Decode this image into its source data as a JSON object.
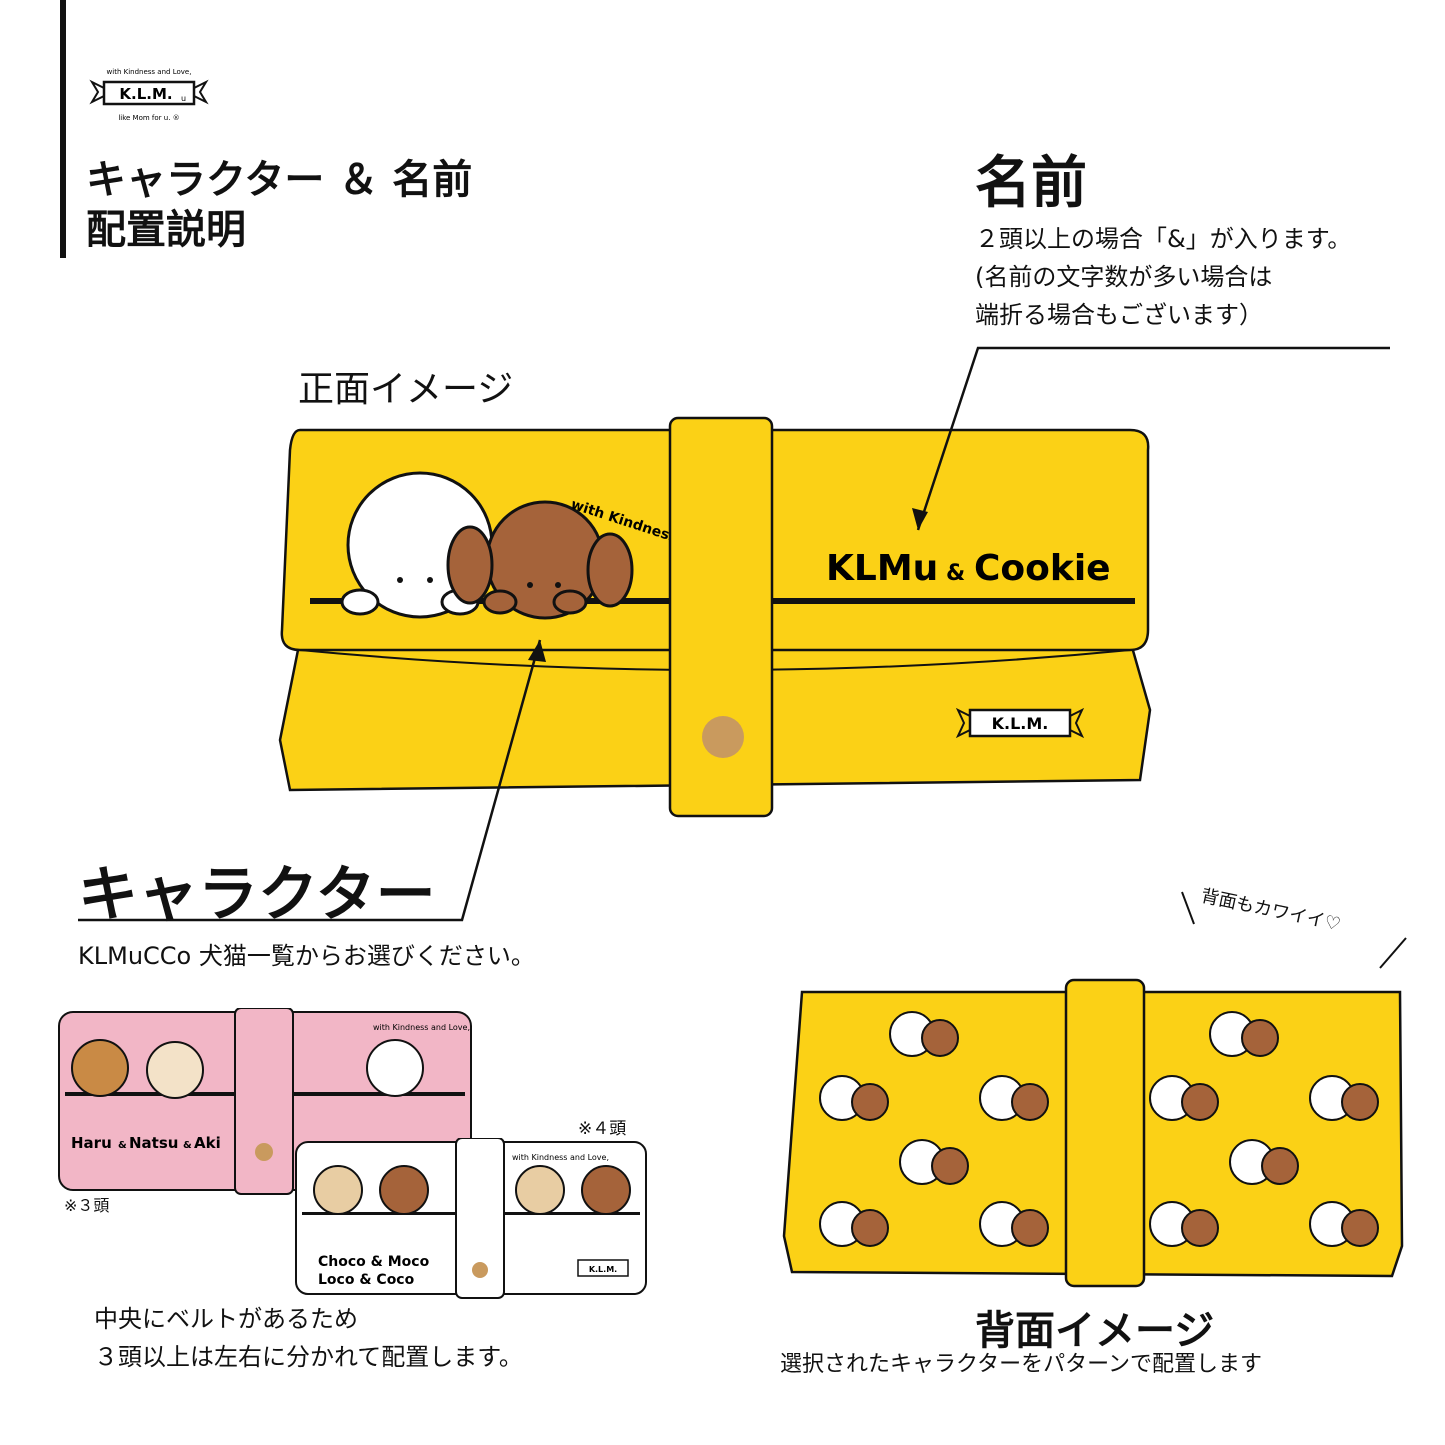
{
  "brand": {
    "logo_main": "K.L.M.",
    "logo_sub": "u",
    "logo_top": "with Kindness and Love,",
    "logo_bottom": "like Mom for u. ®"
  },
  "header": {
    "title_line1": "キャラクター ＆ 名前",
    "title_line2": "配置説明"
  },
  "name_section": {
    "heading": "名前",
    "line1": "２頭以上の場合「&」が入ります。",
    "line2": "(名前の文字数が多い場合は",
    "line3": "端折る場合もございます）"
  },
  "front": {
    "label": "正面イメージ",
    "tagline": "with Kindness and Love,",
    "name_left": "KLMu",
    "name_amp": "&",
    "name_right": "Cookie"
  },
  "character_section": {
    "heading": "キャラクター",
    "desc": "KLMuCCo 犬猫一覧からお選びください。"
  },
  "examples": {
    "pink_name1": "Haru",
    "pink_name2": "Natsu",
    "pink_name3": "Aki",
    "pink_amp": "&",
    "note3": "※３頭",
    "white_line1": "Choco & Moco",
    "white_line2": "Loco & Coco",
    "note4": "※４頭",
    "tagline": "with Kindness and Love,",
    "belt_note_1": "中央にベルトがあるため",
    "belt_note_2": "３頭以上は左右に分かれて配置します。"
  },
  "back": {
    "cute_note": "背面もカワイイ♡",
    "title": "背面イメージ",
    "desc": "選択されたキャラクターをパターンで配置します"
  },
  "colors": {
    "yellow": "#FBD116",
    "pink": "#F2B6C6",
    "brown": "#A5633A",
    "snap": "#C99A5E"
  }
}
